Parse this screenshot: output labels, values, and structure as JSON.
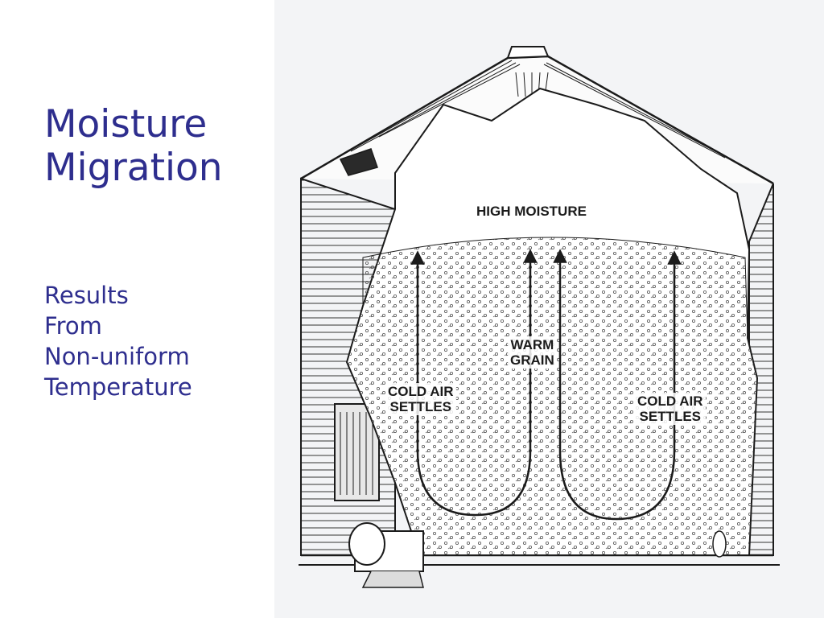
{
  "slide": {
    "title_lines": [
      "Moisture",
      "Migration"
    ],
    "subtitle_lines": [
      "Results",
      "From",
      "Non-uniform",
      "Temperature"
    ]
  },
  "figure": {
    "labels": {
      "high_moisture": "HIGH MOISTURE",
      "warm_grain": [
        "WARM",
        "GRAIN"
      ],
      "cold_air_left": [
        "COLD AIR",
        "SETTLES"
      ],
      "cold_air_right": [
        "COLD AIR",
        "SETTLES"
      ]
    }
  },
  "colors": {
    "title_text": "#2e2e8e",
    "figure_background": "#f3f4f6",
    "line_art": "#1b1b1b"
  }
}
